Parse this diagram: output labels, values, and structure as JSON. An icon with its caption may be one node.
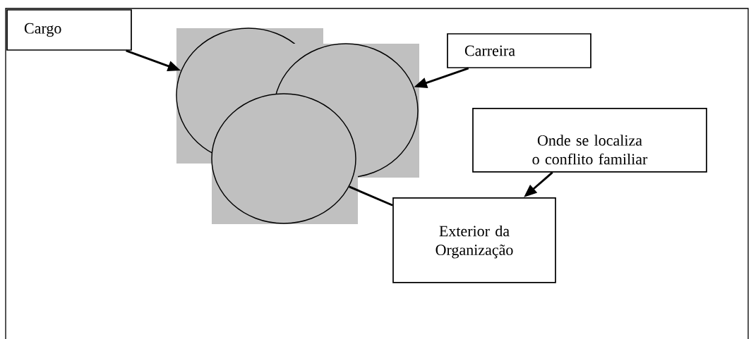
{
  "diagram": {
    "nodes": [
      {
        "text": [
          "Cargo"
        ]
      },
      {
        "text": [
          "Carreira"
        ]
      },
      {
        "text": [
          "Onde se localiza o conflito familiar"
        ]
      },
      {
        "text": [
          "Exterior da Organização"
        ]
      },
      {
        "text": [],
        "shape": "box"
      },
      {
        "text": [],
        "shape": "box"
      },
      {
        "text": [],
        "shape": "box"
      }
    ],
    "edges": [
      {
        "from": 0,
        "to": 4,
        "arrow": "to"
      },
      {
        "from": 1,
        "to": 5,
        "arrow": "to"
      },
      {
        "from": 2,
        "to": 3,
        "arrow": "to"
      },
      {
        "from": 6,
        "to": 3,
        "arrow": "none"
      }
    ]
  }
}
